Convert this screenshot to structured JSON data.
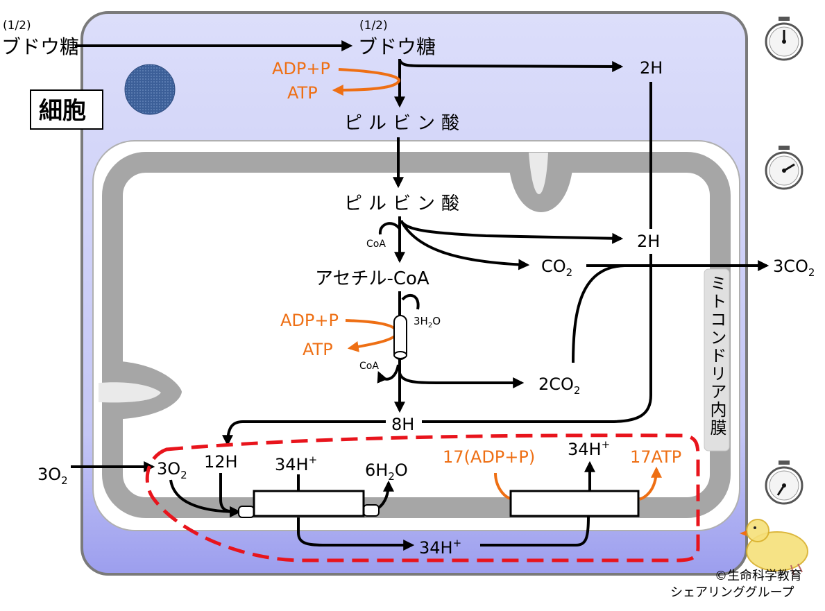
{
  "colors": {
    "cell_fill_top": "#d8daf8",
    "cell_fill_bottom": "#a4a6f0",
    "cell_border": "#7a7a7a",
    "mito_membrane": "#a6a6a6",
    "nucleus": "#3c5f98",
    "arrow_black": "#000000",
    "arrow_orange": "#ee6f14",
    "dashed_red": "#e8141c"
  },
  "icons": {
    "timer_1": "stopwatch-icon",
    "timer_2": "stopwatch-icon",
    "timer_3": "stopwatch-icon",
    "mascot": "chick-mascot-icon"
  },
  "labels": {
    "half_left": "(1/2)",
    "glucose_left": "ブドウ糖",
    "half_top": "(1/2)",
    "glucose_top": "ブドウ糖",
    "cell": "細胞",
    "adp_p_1": "ADP+P",
    "atp_1": "ATP",
    "h2_top": "2H",
    "pyruvic_1": "ピルビン酸",
    "pyruvic_2": "ピルビン酸",
    "coa_1": "CoA",
    "h2_mid": "2H",
    "co2_mid": "CO",
    "co2_mid_sub": "2",
    "co2_out": "3CO",
    "co2_out_sub": "2",
    "acetyl_coa": "アセチル-CoA",
    "h2o_3": "3H",
    "h2o_3_sub": "2",
    "h2o_3_tail": "O",
    "adp_p_2": "ADP+P",
    "atp_2": "ATP",
    "coa_2": "CoA",
    "co2_2": "2CO",
    "co2_2_sub": "2",
    "h8": "8H",
    "membrane": "ミトコンドリア内膜",
    "o2_outside": "3O",
    "o2_outside_sub": "2",
    "o2_inside": "3O",
    "o2_inside_sub": "2",
    "h12": "12H",
    "hplus_34_a": "34H",
    "hplus_34_a_sup": "+",
    "h2o_6": "6H",
    "h2o_6_sub": "2",
    "h2o_6_tail": "O",
    "adp_p_17": "17(ADP+P)",
    "hplus_34_b": "34H",
    "hplus_34_b_sup": "+",
    "atp_17": "17ATP",
    "hplus_34_c": "34H",
    "hplus_34_c_sup": "+",
    "copyright_1": "©生命科学教育",
    "copyright_2": "シェアリンググループ"
  }
}
